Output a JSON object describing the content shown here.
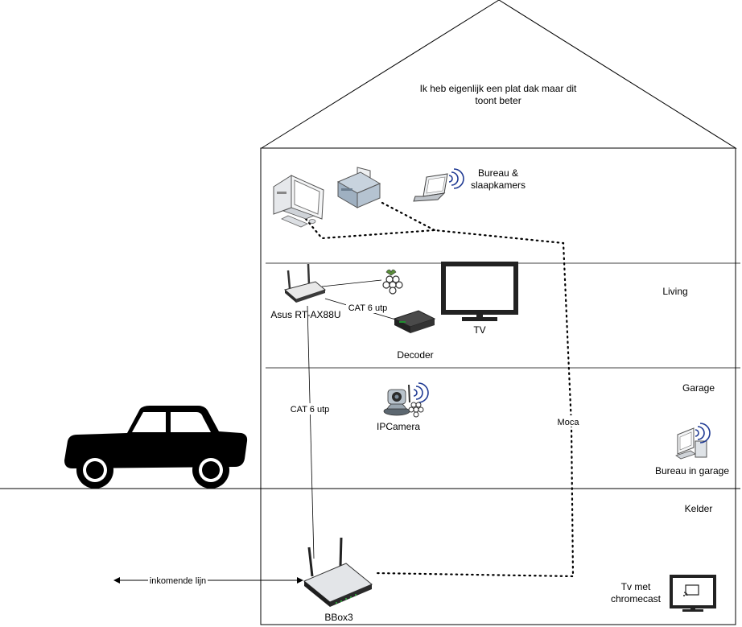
{
  "roof_note": [
    "Ik heb eigenlijk een plat dak maar dit",
    "toont beter"
  ],
  "rooms": {
    "bureau": [
      "Bureau &",
      "slaapkamers"
    ],
    "living": "Living",
    "garage": "Garage",
    "kelder": "Kelder"
  },
  "devices": {
    "asus": "Asus RT-AX88U",
    "tv": "TV",
    "decoder": "Decoder",
    "ipcamera": "IPCamera",
    "garage_desk": "Bureau in garage",
    "chromecast_tv": [
      "Tv met",
      "chromecast"
    ],
    "bbox": "BBox3"
  },
  "links": {
    "cat6_living": "CAT 6 utp",
    "cat6_vertical": "CAT 6 utp",
    "moca": "Moca",
    "incoming": "inkomende lijn"
  },
  "colors": {
    "line": "#000000",
    "floor": "#888888",
    "wifi": "#1f3a93",
    "raspberry": "#c51a4a",
    "device_dark": "#2b2b2b",
    "device_light": "#d9dde2"
  }
}
